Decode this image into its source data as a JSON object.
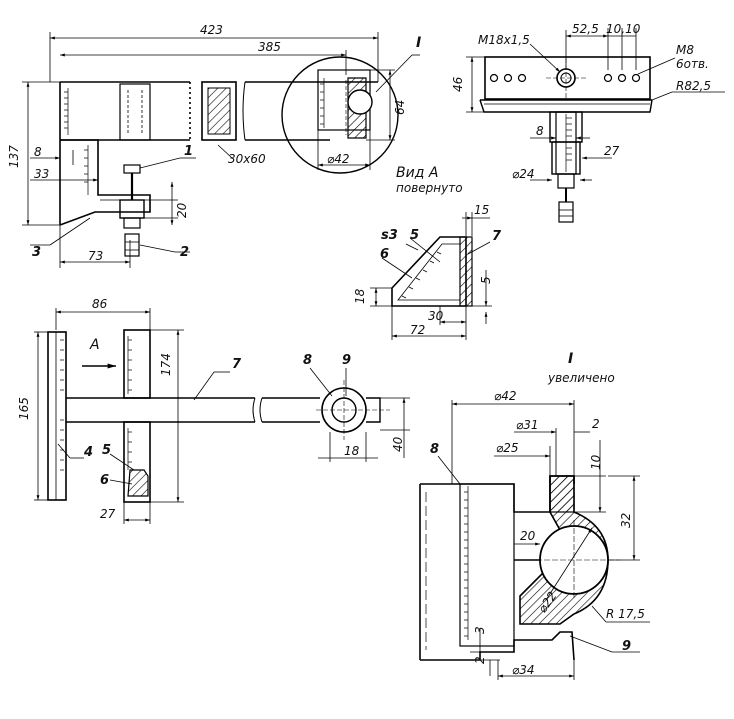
{
  "dims": {
    "d423": "423",
    "d385": "385",
    "d137": "137",
    "d8a": "8",
    "d33": "33",
    "d73": "73",
    "d20a": "20",
    "d64": "64",
    "d42a": "⌀42",
    "d30x60": "30x60",
    "d46": "46",
    "d52_5": "52,5",
    "d10_10": "10,10",
    "m18": "M18x1,5",
    "m8": "M8",
    "m8b": "6отв.",
    "r82_5": "R82,5",
    "d8b": "8",
    "d27a": "27",
    "d24": "⌀24",
    "d15": "15",
    "s3": "s3",
    "d18a": "18",
    "d30": "30",
    "d72": "72",
    "d5a": "5",
    "d86": "86",
    "d174": "174",
    "d165": "165",
    "d27b": "27",
    "d18b": "18",
    "d40": "40",
    "d42b": "⌀42",
    "d31": "⌀31",
    "d25": "⌀25",
    "d2a": "2",
    "d10": "10",
    "d32": "32",
    "d20b": "20",
    "d22": "⌀22",
    "r17_5": "R 17,5",
    "d3": "3",
    "d2b": "2",
    "d34": "⌀34"
  },
  "callouts": {
    "c1": "1",
    "c2": "2",
    "c3": "3",
    "c4": "4",
    "c5a": "5",
    "c6a": "6",
    "c5b": "5",
    "c6b": "6",
    "c7a": "7",
    "c7b": "7",
    "c8a": "8",
    "c9a": "9",
    "c8b": "8",
    "c9b": "9",
    "detail_I": "I",
    "detail_I2": "I",
    "arrow_A": "A"
  },
  "views": {
    "vid_a": "Вид А",
    "povernuto": "повернуто",
    "uvelicheno": "увеличено"
  }
}
